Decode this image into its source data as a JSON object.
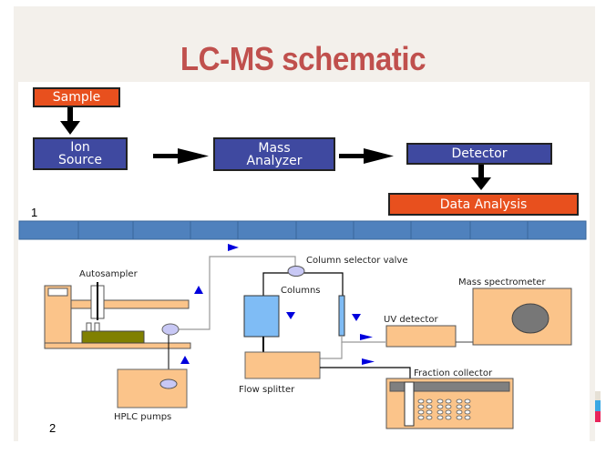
{
  "title": "LC-MS schematic",
  "flowchart": {
    "sample": "Sample",
    "ion_source_line1": "Ion",
    "ion_source_line2": "Source",
    "mass_analyzer_line1": "Mass",
    "mass_analyzer_line2": "Analyzer",
    "detector": "Detector",
    "data_analysis": "Data Analysis",
    "panel_number": "1"
  },
  "colors": {
    "title": "#c0504d",
    "orange_box": "#e8501e",
    "blue_box": "#3f49a0",
    "segment_bar": "#4f81bd",
    "component_fill": "#fbc48a",
    "column_fill": "#7fbcf5",
    "arrow_blue": "#0000dd"
  },
  "segment_bar": {
    "segments": 10
  },
  "instrument": {
    "panel_number": "2",
    "labels": {
      "autosampler": "Autosampler",
      "column_selector_valve": "Column selector valve",
      "columns": "Columns",
      "mass_spectrometer": "Mass spectrometer",
      "uv_detector": "UV detector",
      "flow_splitter": "Flow splitter",
      "fraction_collector": "Fraction collector",
      "hplc_pumps": "HPLC pumps"
    }
  }
}
